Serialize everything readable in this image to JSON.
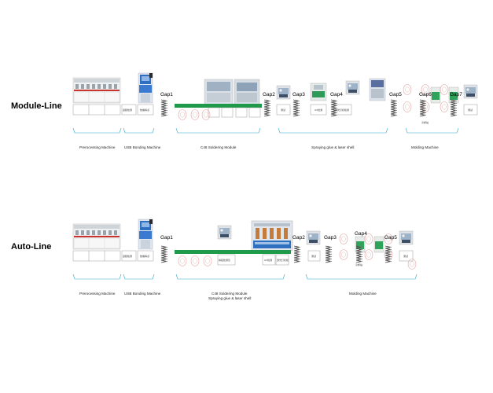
{
  "rows": [
    {
      "id": "module-line",
      "title": "Module-Line",
      "gaps": [
        "Gap1",
        "Gap2",
        "Gap3",
        "Gap4",
        "Gap5",
        "Gap6",
        "Gap7"
      ],
      "sections": [
        "Prerocessing Machine",
        "USB Bonding Machine",
        "C48 Soldering Module",
        "Spraying glue & laser shell",
        "Molding Machine"
      ],
      "small_labels": [
        "蓝膜检测",
        "热熔焊点",
        "测试",
        "UV检测",
        "激光打标检测",
        "冷却站",
        "测试"
      ]
    },
    {
      "id": "auto-line",
      "title": "Auto-Line",
      "gaps": [
        "Gap1",
        "Gap2",
        "Gap3",
        "Gap4",
        "Gap5"
      ],
      "sections": [
        "Prerocessing Machine",
        "USB Bonding Machine",
        "C48 Soldering Module",
        "Spraying glue & laser shell",
        "Molding Machine"
      ],
      "small_labels": [
        "蓝膜检测",
        "热熔焊点",
        "焊接检测及",
        "UV检测",
        "激光打标检",
        "测试",
        "冷却站",
        "测试"
      ]
    }
  ],
  "colors": {
    "conveyor": "#1f9a4b",
    "bracket": "#2aa7c9",
    "machine_blue": "#2f6fc0"
  }
}
